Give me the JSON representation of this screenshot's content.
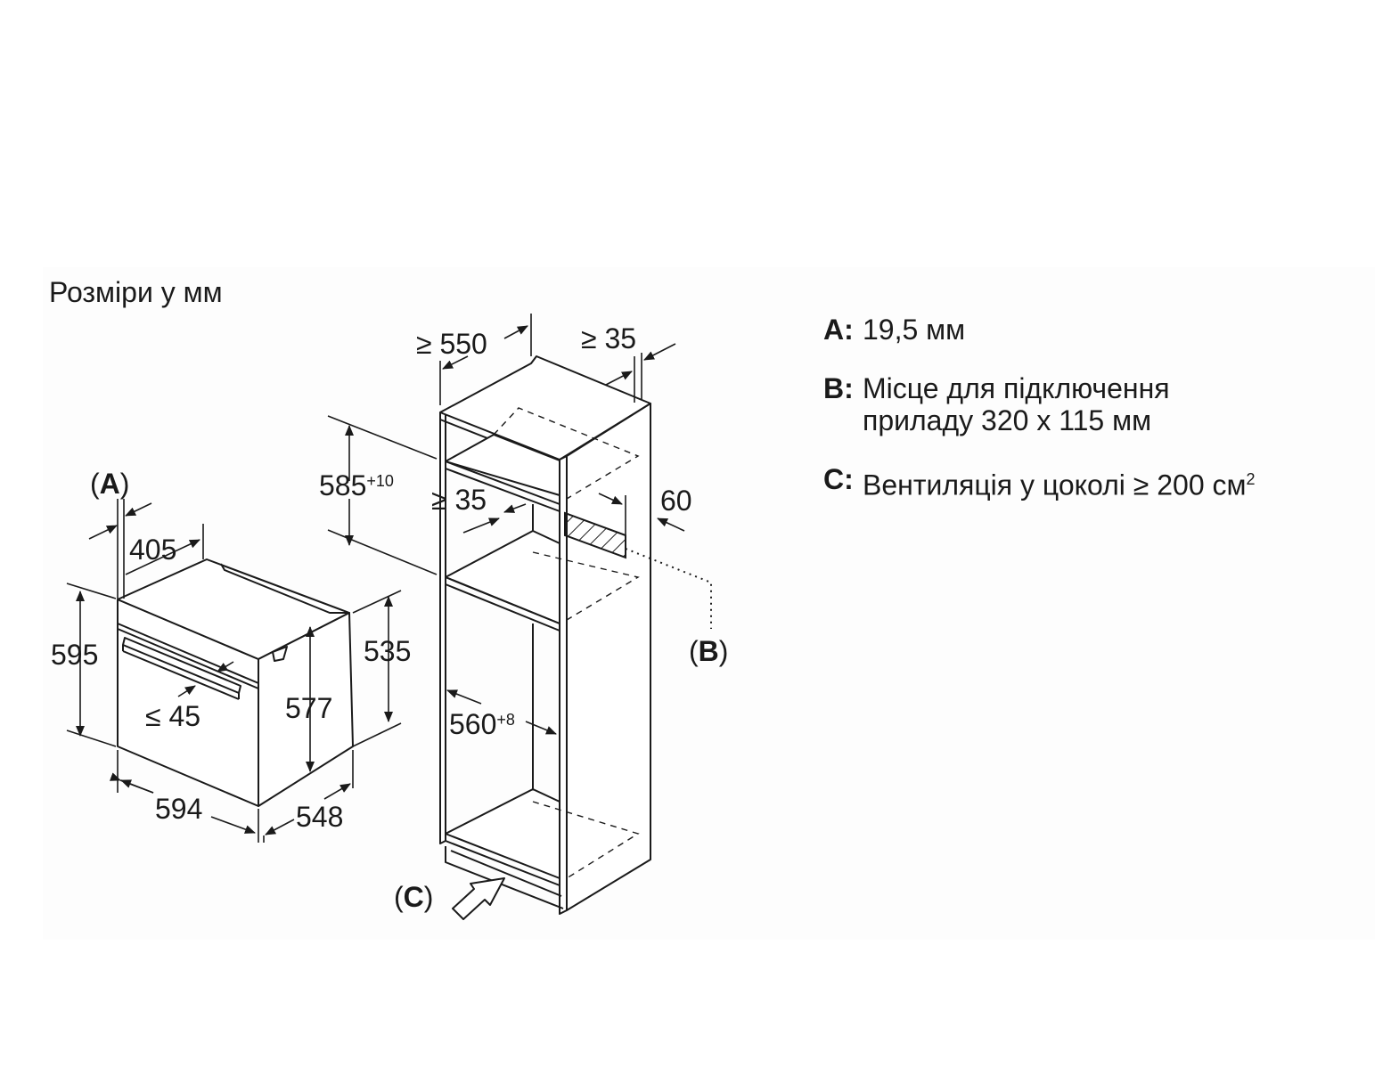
{
  "title": "Розміри у мм",
  "legend": [
    {
      "key": "A:",
      "text": "19,5 мм"
    },
    {
      "key": "B:",
      "text": "Місце для підключення\nприладу 320 x 115 мм"
    },
    {
      "key": "C:",
      "text": "Вентиляція у цоколі ≥ 200 см",
      "sup": "2"
    }
  ],
  "dimensions": {
    "oven_width": "594",
    "oven_depth": "548",
    "oven_height": "595",
    "oven_body_depth": "405",
    "oven_inner_height": "577",
    "oven_rear_height": "535",
    "handle_depth": "≤ 45",
    "cabinet_depth": "≥ 550",
    "cabinet_wall": "≥ 35",
    "niche_height": "585",
    "niche_height_tol": "+10",
    "vent_gap": "≥ 35",
    "rear_gap": "60",
    "niche_width": "560",
    "niche_width_tol": "+8"
  },
  "callouts": {
    "a_open": "(",
    "a_letter": "A",
    "a_close": ")",
    "b_open": "(",
    "b_letter": "B",
    "b_close": ")",
    "c_open": "(",
    "c_letter": "C",
    "c_close": ")"
  }
}
